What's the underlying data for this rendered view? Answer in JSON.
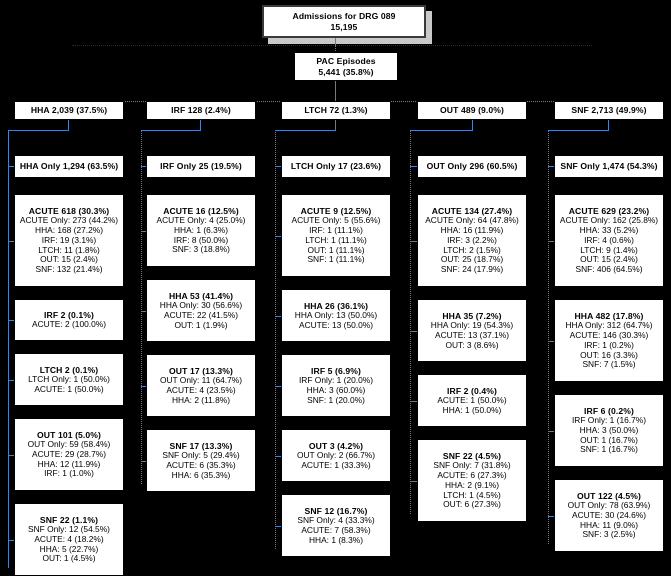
{
  "diagram": {
    "root": {
      "line1": "Admissions for DRG 089",
      "line2": "15,195"
    },
    "pac": {
      "line1": "PAC Episodes",
      "line2": "5,441 (35.8%)"
    },
    "columns": [
      {
        "header": "HHA 2,039 (37.5%)",
        "only": "HHA Only 1,294 (63.5%)",
        "details": [
          {
            "title": "ACUTE 618 (30.3%)",
            "lines": [
              "ACUTE Only: 273 (44.2%)",
              "HHA: 168 (27.2%)",
              "IRF: 19 (3.1%)",
              "LTCH: 11 (1.8%)",
              "OUT: 15 (2.4%)",
              "SNF: 132 (21.4%)"
            ]
          },
          {
            "title": "IRF 2 (0.1%)",
            "lines": [
              "ACUTE: 2 (100.0%)"
            ]
          },
          {
            "title": "LTCH 2 (0.1%)",
            "lines": [
              "LTCH Only: 1 (50.0%)",
              "ACUTE: 1 (50.0%)"
            ]
          },
          {
            "title": "OUT 101 (5.0%)",
            "lines": [
              "OUT Only: 59 (58.4%)",
              "ACUTE: 29 (28.7%)",
              "HHA: 12 (11.9%)",
              "IRF: 1 (1.0%)"
            ]
          },
          {
            "title": "SNF 22 (1.1%)",
            "lines": [
              "SNF Only: 12 (54.5%)",
              "ACUTE: 4 (18.2%)",
              "HHA: 5 (22.7%)",
              "OUT: 1 (4.5%)"
            ]
          }
        ]
      },
      {
        "header": "IRF 128 (2.4%)",
        "only": "IRF Only 25 (19.5%)",
        "details": [
          {
            "title": "ACUTE 16 (12.5%)",
            "lines": [
              "ACUTE Only: 4 (25.0%)",
              "HHA: 1 (6.3%)",
              "IRF: 8 (50.0%)",
              "SNF: 3 (18.8%)"
            ]
          },
          {
            "title": "HHA 53 (41.4%)",
            "lines": [
              "HHA Only: 30 (56.6%)",
              "ACUTE: 22 (41.5%)",
              "OUT: 1 (1.9%)"
            ]
          },
          {
            "title": "OUT 17 (13.3%)",
            "lines": [
              "OUT Only: 11 (64.7%)",
              "ACUTE: 4 (23.5%)",
              "HHA: 2 (11.8%)"
            ]
          },
          {
            "title": "SNF 17 (13.3%)",
            "lines": [
              "SNF Only: 5 (29.4%)",
              "ACUTE: 6 (35.3%)",
              "HHA: 6 (35.3%)"
            ]
          }
        ]
      },
      {
        "header": "LTCH 72 (1.3%)",
        "only": "LTCH Only 17 (23.6%)",
        "details": [
          {
            "title": "ACUTE 9 (12.5%)",
            "lines": [
              "ACUTE Only: 5 (55.6%)",
              "IRF: 1 (11.1%)",
              "LTCH: 1 (11.1%)",
              "OUT: 1 (11.1%)",
              "SNF: 1 (11.1%)"
            ]
          },
          {
            "title": "HHA 26 (36.1%)",
            "lines": [
              "HHA Only: 13 (50.0%)",
              "ACUTE: 13 (50.0%)"
            ]
          },
          {
            "title": "IRF 5 (6.9%)",
            "lines": [
              "IRF Only: 1 (20.0%)",
              "HHA: 3 (60.0%)",
              "SNF: 1 (20.0%)"
            ]
          },
          {
            "title": "OUT 3 (4.2%)",
            "lines": [
              "OUT Only: 2 (66.7%)",
              "ACUTE: 1 (33.3%)"
            ]
          },
          {
            "title": "SNF 12 (16.7%)",
            "lines": [
              "SNF Only: 4 (33.3%)",
              "ACUTE: 7 (58.3%)",
              "HHA: 1 (8.3%)"
            ]
          }
        ]
      },
      {
        "header": "OUT 489 (9.0%)",
        "only": "OUT Only 296 (60.5%)",
        "details": [
          {
            "title": "ACUTE 134 (27.4%)",
            "lines": [
              "ACUTE Only: 64 (47.8%)",
              "HHA: 16 (11.9%)",
              "IRF: 3 (2.2%)",
              "LTCH: 2 (1.5%)",
              "OUT: 25 (18.7%)",
              "SNF: 24 (17.9%)"
            ]
          },
          {
            "title": "HHA 35 (7.2%)",
            "lines": [
              "HHA Only: 19 (54.3%)",
              "ACUTE: 13 (37.1%)",
              "OUT: 3 (8.6%)"
            ]
          },
          {
            "title": "IRF 2 (0.4%)",
            "lines": [
              "ACUTE: 1 (50.0%)",
              "HHA: 1 (50.0%)"
            ]
          },
          {
            "title": "SNF 22 (4.5%)",
            "lines": [
              "SNF Only: 7 (31.8%)",
              "ACUTE: 6 (27.3%)",
              "HHA: 2 (9.1%)",
              "LTCH: 1 (4.5%)",
              "OUT: 6 (27.3%)"
            ]
          }
        ]
      },
      {
        "header": "SNF 2,713 (49.9%)",
        "only": "SNF Only 1,474 (54.3%)",
        "details": [
          {
            "title": "ACUTE 629 (23.2%)",
            "lines": [
              "ACUTE Only: 162 (25.8%)",
              "HHA: 33 (5.2%)",
              "IRF: 4 (0.6%)",
              "LTCH: 9 (1.4%)",
              "OUT: 15 (2.4%)",
              "SNF: 406 (64.5%)"
            ]
          },
          {
            "title": "HHA 482 (17.8%)",
            "lines": [
              "HHA Only: 312 (64.7%)",
              "ACUTE: 146 (30.3%)",
              "IRF: 1 (0.2%)",
              "OUT: 16 (3.3%)",
              "SNF: 7 (1.5%)"
            ]
          },
          {
            "title": "IRF 6 (0.2%)",
            "lines": [
              "IRF Only: 1 (16.7%)",
              "HHA: 3 (50.0%)",
              "OUT: 1 (16.7%)",
              "SNF: 1 (16.7%)"
            ]
          },
          {
            "title": "OUT 122 (4.5%)",
            "lines": [
              "OUT Only: 78 (63.9%)",
              "ACUTE: 30 (24.6%)",
              "HHA: 11 (9.0%)",
              "SNF: 3 (2.5%)"
            ]
          }
        ]
      }
    ]
  },
  "colors": {
    "connector": "#4f81bd",
    "box_border": "#000000",
    "box_fill": "#ffffff",
    "shadow": "#c8c8c8",
    "background": "#000000"
  }
}
